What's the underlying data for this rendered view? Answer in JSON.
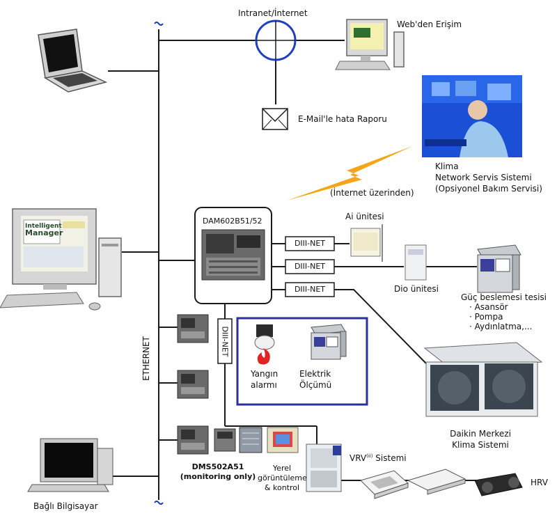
{
  "labels": {
    "intranet": "Intranet/İnternet",
    "web_access": "Web'den Erişim",
    "email": "E-Mail'le hata Raporu",
    "internet_via": "(İnternet üzerinden)",
    "service_line1": "Klima",
    "service_line2": "Network Servis Sistemi",
    "service_line3": "(Opsiyonel Bakım Servisi)",
    "dam": "DAM602B51/52",
    "diii_1": "DIII-NET",
    "diii_2": "DIII-NET",
    "diii_3": "DIII-NET",
    "diii_vertical": "DIII-NET",
    "ai_unit": "Ai ünitesi",
    "dio_unit": "Dio ünitesi",
    "power_title": "Güç beslemesi tesisi",
    "power_items": [
      "Asansör",
      "Pompa",
      "Aydınlatma,..."
    ],
    "fire_line1": "Yangın",
    "fire_line2": "alarmı",
    "elec_line1": "Elektrik",
    "elec_line2": "Ölçümü",
    "ethernet": "ETHERNET",
    "daikin_line1": "Daikin Merkezi",
    "daikin_line2": "Klima Sistemi",
    "dms_line1": "DMS502A51",
    "dms_line2": "(monitoring only)",
    "local_line1": "Yerel",
    "local_line2": "görüntüleme",
    "local_line3": "& kontrol",
    "vrv": "VRV",
    "vrv_sup": "(ii)",
    "vrv_suffix": " Sistemi",
    "hrv": "HRV",
    "connected_pc": "Bağlı Bilgisayar",
    "monitor_logo_1": "Intelligent",
    "monitor_logo_2": "Manager"
  },
  "colors": {
    "line": "#1a1a1a",
    "globe_ring": "#1f3fbf",
    "frame": "#2b2fa0",
    "lightning": "#f5a51a",
    "screen_blue": "#1a4fd6",
    "fire": "#e02424"
  }
}
